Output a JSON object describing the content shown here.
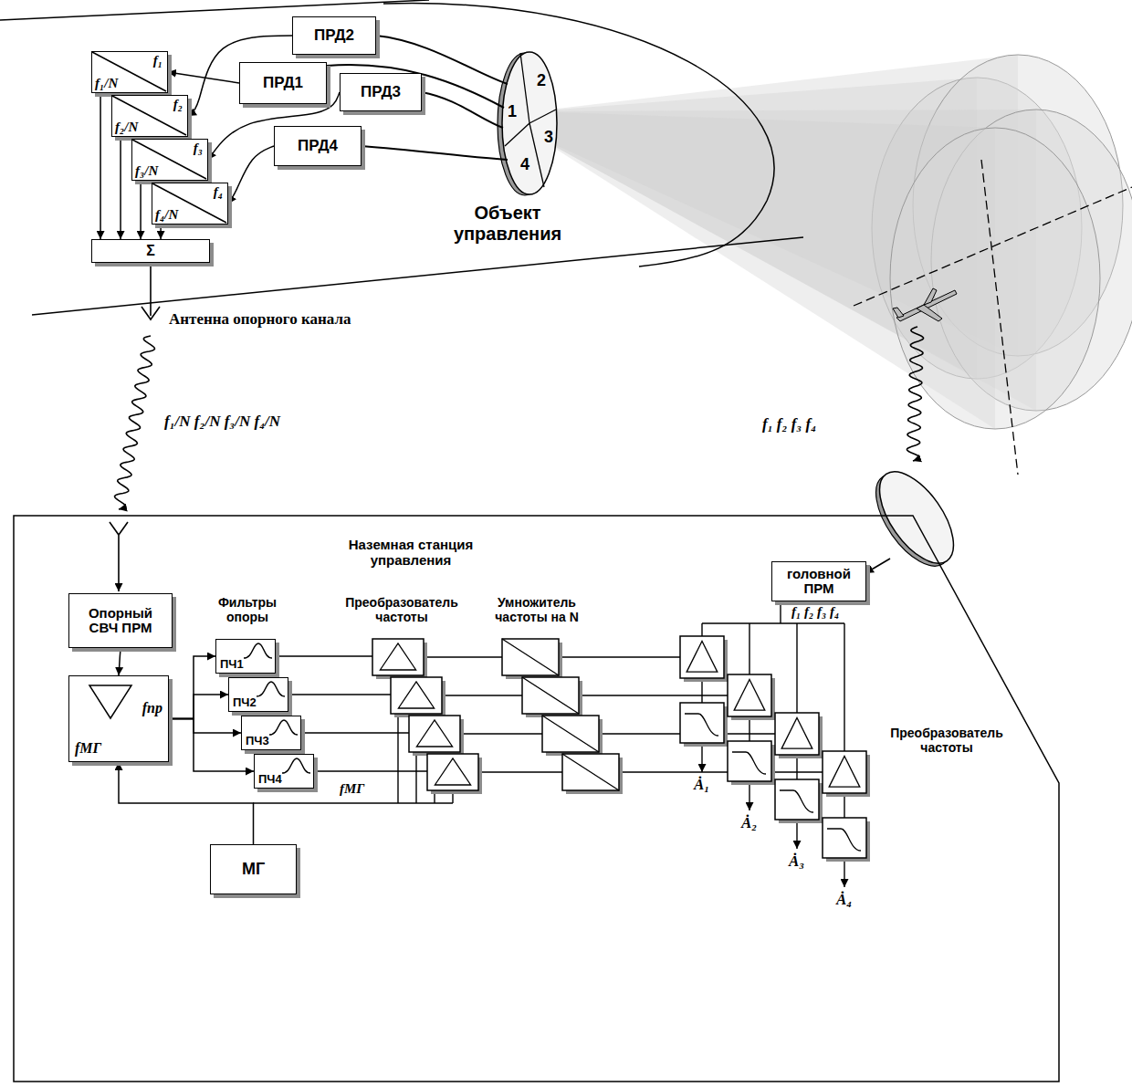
{
  "diagram": {
    "nodes": [
      {
        "text": [
          "Объект управления"
        ]
      },
      {
        "text": [
          "f₁/N",
          "f₁"
        ],
        "in": 0
      },
      {
        "text": [
          "f₂/N",
          "f₂"
        ],
        "in": 0
      },
      {
        "text": [
          "f₃/N",
          "f₃"
        ],
        "in": 0
      },
      {
        "text": [
          "f₄/N",
          "f₄"
        ],
        "in": 0
      },
      {
        "text": [
          "ПРД2"
        ],
        "in": 0
      },
      {
        "text": [
          "ПРД1"
        ],
        "in": 0
      },
      {
        "text": [
          "ПРД3"
        ],
        "in": 0
      },
      {
        "text": [
          "ПРД4"
        ],
        "in": 0
      },
      {
        "text": [
          "Σ"
        ],
        "in": 0
      },
      {
        "text": [
          "Наземная станция управления"
        ]
      },
      {
        "text": [
          "Опорный СВЧ ПРМ"
        ],
        "in": 10
      },
      {
        "text": [
          "fпр",
          "fМГ"
        ],
        "in": 10
      },
      {
        "text": [
          "ПЧ1"
        ],
        "in": 10
      },
      {
        "text": [
          "ПЧ2"
        ],
        "in": 10
      },
      {
        "text": [
          "ПЧ3"
        ],
        "in": 10
      },
      {
        "text": [
          "ПЧ4"
        ],
        "in": 10
      },
      {
        "text": [
          "МГ"
        ],
        "in": 10
      },
      {
        "text": [
          "головной ПРМ"
        ],
        "in": 10
      }
    ],
    "edges": [
      {
        "from": 6,
        "to": 1,
        "arrow": "to"
      },
      {
        "from": 5,
        "to": 2,
        "arrow": "to"
      },
      {
        "from": 7,
        "to": 3,
        "arrow": "to"
      },
      {
        "from": 8,
        "to": 4,
        "arrow": "to"
      },
      {
        "from": 1,
        "to": 9,
        "arrow": "to"
      },
      {
        "from": 2,
        "to": 9,
        "arrow": "to"
      },
      {
        "from": 3,
        "to": 9,
        "arrow": "to"
      },
      {
        "from": 4,
        "to": 9,
        "arrow": "to"
      },
      {
        "from": 11,
        "to": 12,
        "arrow": "to"
      },
      {
        "from": 12,
        "to": 13,
        "arrow": "to"
      },
      {
        "from": 12,
        "to": 14,
        "arrow": "to"
      },
      {
        "from": 12,
        "to": 15,
        "arrow": "to"
      },
      {
        "from": 12,
        "to": 16,
        "arrow": "to"
      },
      {
        "from": 17,
        "to": 12,
        "arrow": "to"
      }
    ],
    "labels": [
      "1",
      "2",
      "3",
      "4",
      "Антенна опорного канала",
      "f₁/N f₂/N f₃/N f₄/N",
      "f₁ f₂ f₃ f₄",
      "Фильтры опоры",
      "Преобразователь частоты",
      "Умножитель частоты на N",
      "f₁ f₂ f₃ f₄",
      "Преобразователь частоты",
      "fМГ",
      "Ȧ₁",
      "Ȧ₂",
      "Ȧ₃",
      "Ȧ₄"
    ]
  }
}
